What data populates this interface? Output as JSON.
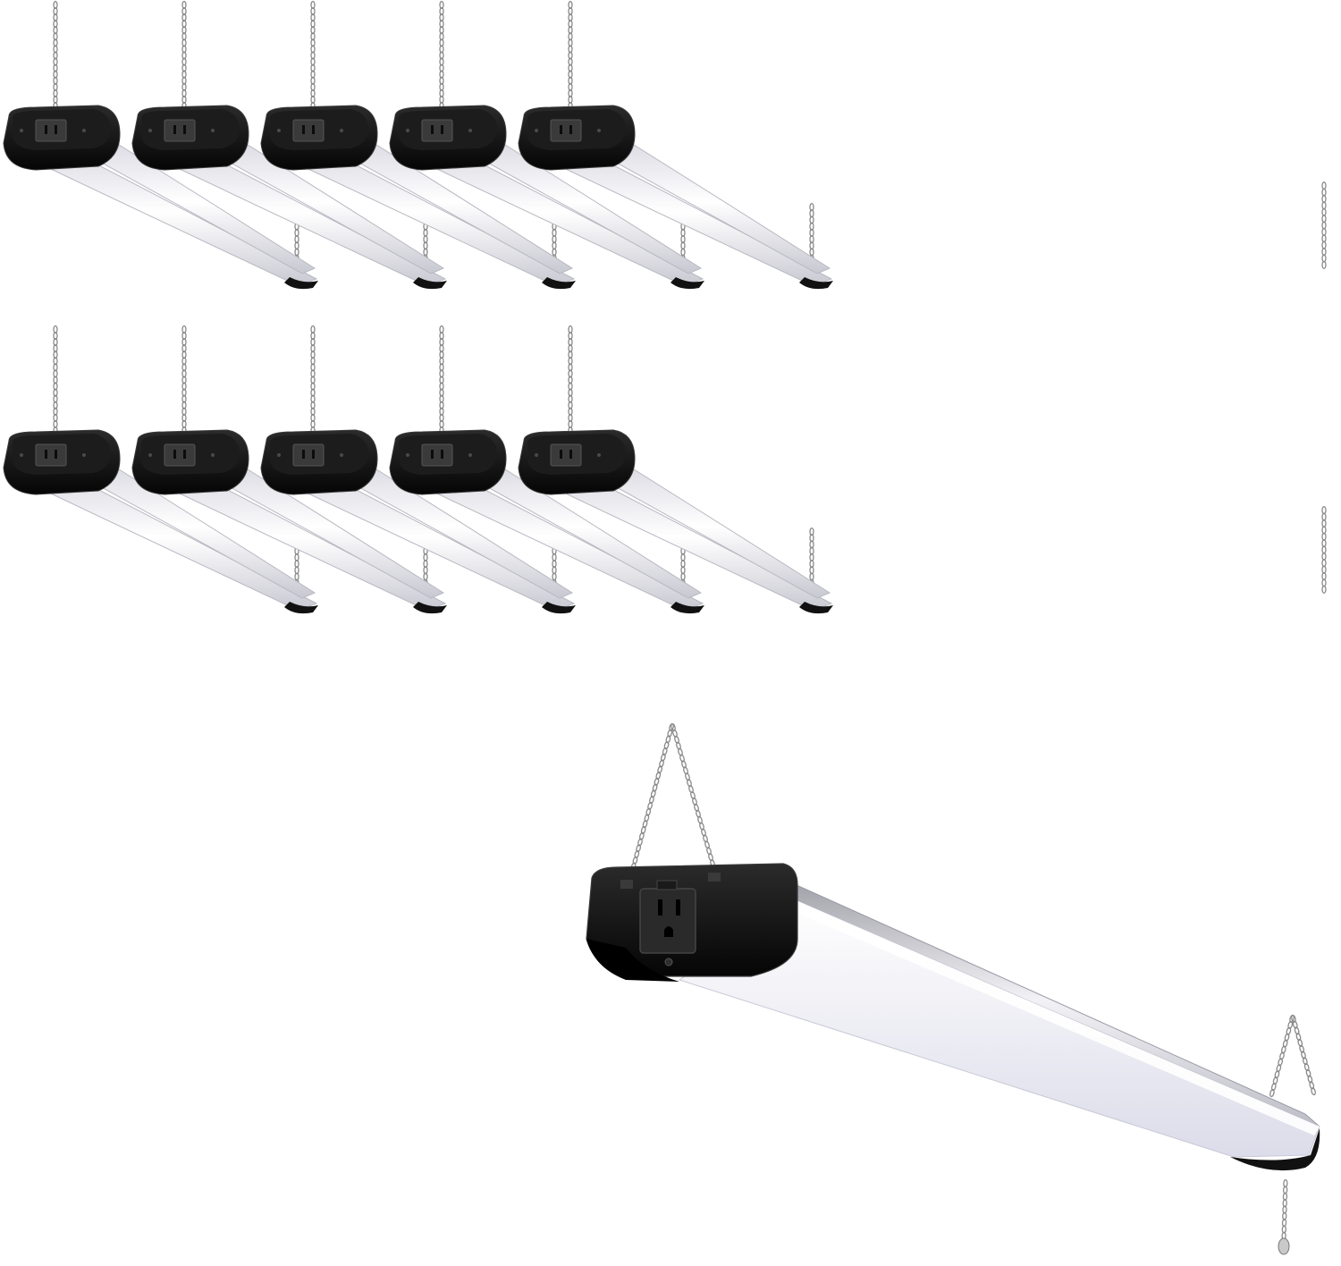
{
  "image": {
    "background": "#ffffff",
    "description_free": true
  },
  "colors": {
    "housing": "#111111",
    "housing_edge": "#3a3a3a",
    "tube_light": "#f4f4f8",
    "tube_shadow": "#c9c9d2",
    "diffuser": "#eeeef6",
    "chain": "#8a8a8a",
    "outlet": "#2a2a2a"
  },
  "product_groups": [
    {
      "name": "small-fixture-row-1",
      "count": 5
    },
    {
      "name": "small-fixture-row-2",
      "count": 5
    },
    {
      "name": "large-fixture-detail",
      "count": 1
    }
  ],
  "icons": [
    "chain-icon",
    "outlet-icon",
    "pull-chain-icon"
  ]
}
